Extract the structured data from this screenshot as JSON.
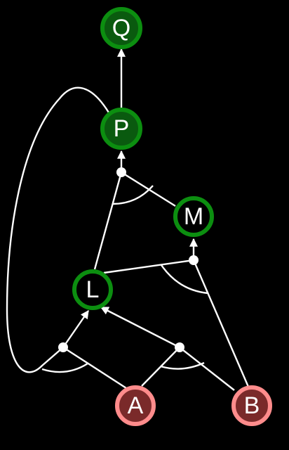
{
  "colors": {
    "background": "#000000",
    "edge": "#ffffff",
    "goal_fill": "#0b5a10",
    "goal_ring": "#0f8f14",
    "proved_fill": "#006400",
    "proved_ring": "#008000",
    "premise_fill": "#7a2a2a",
    "premise_ring": "#ff8c8c"
  },
  "nodes": [
    {
      "id": "Q",
      "label": "Q",
      "kind": "proved"
    },
    {
      "id": "P",
      "label": "P",
      "kind": "proved"
    },
    {
      "id": "M",
      "label": "M",
      "kind": "goal"
    },
    {
      "id": "L",
      "label": "L",
      "kind": "goal"
    },
    {
      "id": "A",
      "label": "A",
      "kind": "premise"
    },
    {
      "id": "B",
      "label": "B",
      "kind": "premise"
    }
  ]
}
